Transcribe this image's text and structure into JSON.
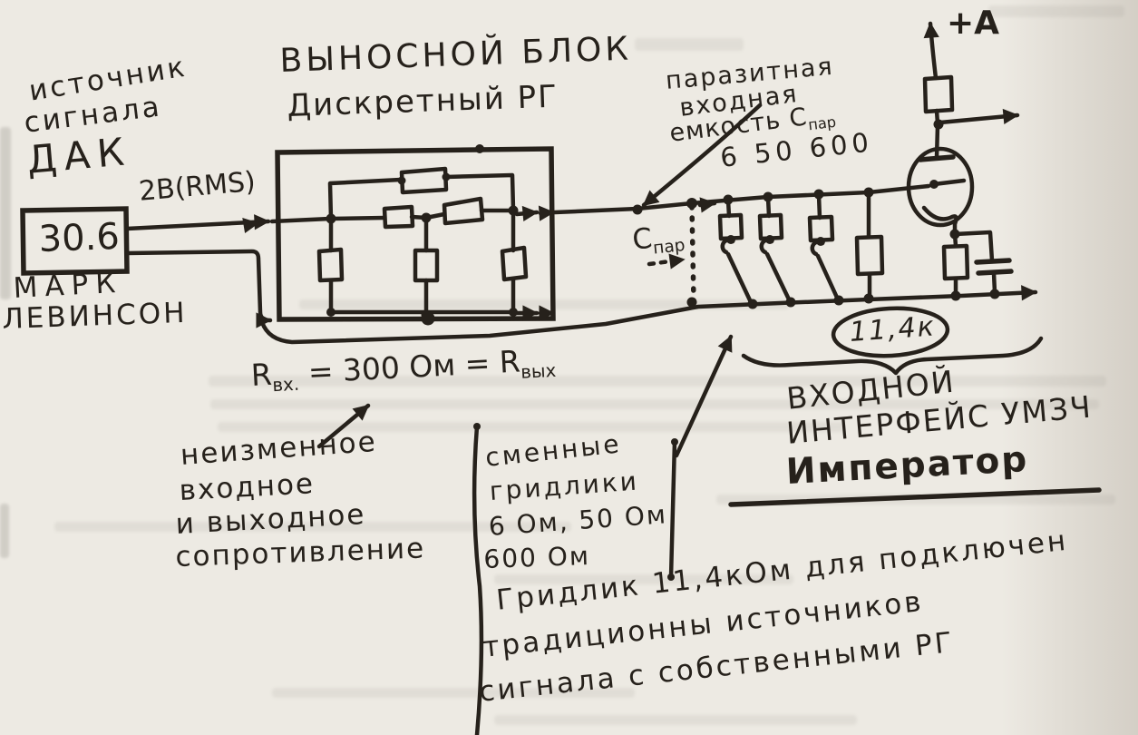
{
  "colors": {
    "ink": "#26211b",
    "paper": "#edeae3"
  },
  "source": {
    "line1": "источник",
    "line2": "сигнала",
    "line3": "ДАК",
    "box_value": "30.6",
    "brand_line1": "МАРК",
    "brand_line2": "ЛЕВИНСОН",
    "level": "2В(RMS)"
  },
  "block": {
    "title_line1": "ВЫНОСНОЙ БЛОК",
    "title_line2": "Дискретный РГ"
  },
  "parasitic": {
    "line1": "паразитная",
    "line2": "входная",
    "line3_main": "емкость С",
    "line3_sub": "пар",
    "values": "6 50 600",
    "cap_main": "C",
    "cap_sub": "пар"
  },
  "resistance_eq": {
    "r1": "R",
    "r1_sub": "вх.",
    "middle": "= 300 Ом =",
    "r2": "R",
    "r2_sub": "вых"
  },
  "note_impedance": {
    "line1": "неизменное",
    "line2": "входное",
    "line3": "и выходное",
    "line4": "сопротивление"
  },
  "gridleaks": {
    "line1": "сменные",
    "line2": "гридлики",
    "line3": "6 Ом, 50 Ом",
    "line4": "600 Ом"
  },
  "note_gridleak": {
    "line1": "Гридлик 11,4кОм для подключен",
    "line2": "традиционны источников",
    "line3": "сигнала с собственными РГ"
  },
  "interface": {
    "line1": "ВХОДНОЙ",
    "line2": "ИНТЕРФЕЙС УМЗЧ",
    "line3": "Император"
  },
  "badge": {
    "value": "11,4к"
  },
  "supply": {
    "label": "+А"
  }
}
